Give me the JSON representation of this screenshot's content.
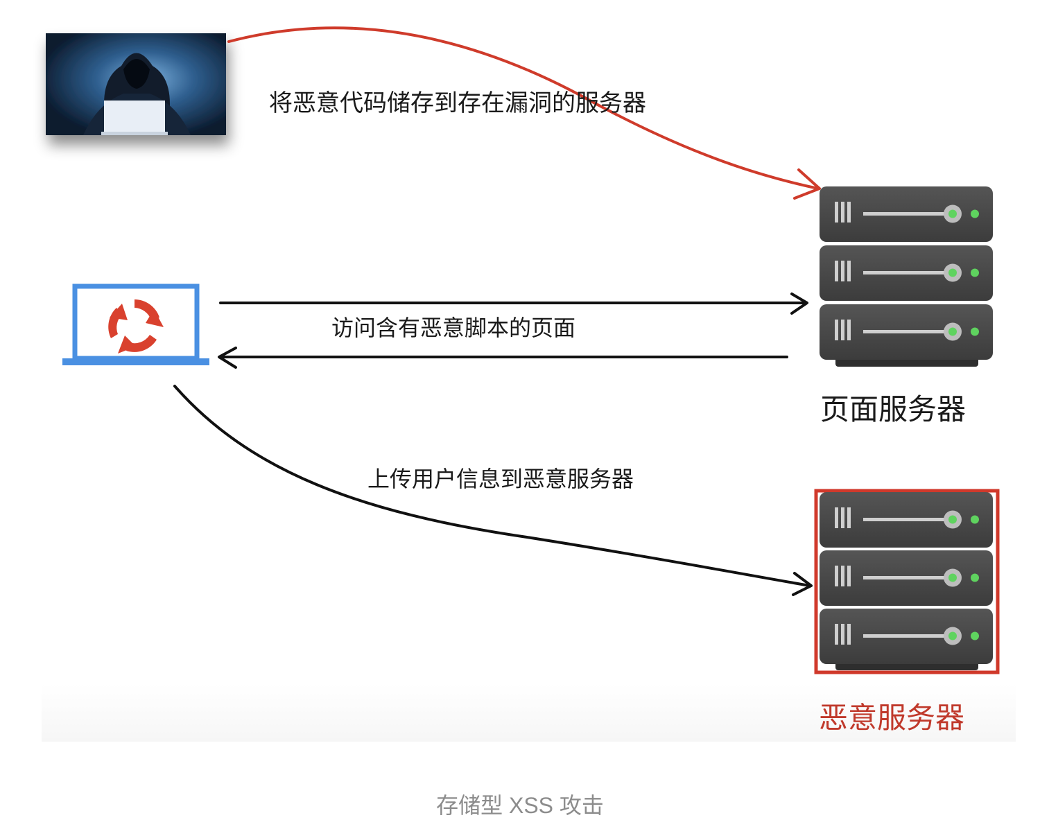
{
  "labels": {
    "store_malicious_code": "将恶意代码储存到存在漏洞的服务器",
    "visit_malicious_page": "访问含有恶意脚本的页面",
    "upload_user_info": "上传用户信息到恶意服务器",
    "page_server": "页面服务器",
    "malicious_server": "恶意服务器"
  },
  "caption": "存储型 XSS 攻击",
  "colors": {
    "attack_arrow": "#cf3b2b",
    "flow_arrow": "#111111",
    "laptop_frame": "#4a90e2",
    "refresh_icon": "#d9412e",
    "server_body": "#4a4a4a",
    "server_led": "#5fd35f",
    "malicious_frame": "#d0392b",
    "malicious_text": "#c0392b"
  },
  "icons": {
    "hacker": "hooded-hacker-photo-icon",
    "browser": "laptop-refresh-icon",
    "server": "server-rack-icon"
  }
}
